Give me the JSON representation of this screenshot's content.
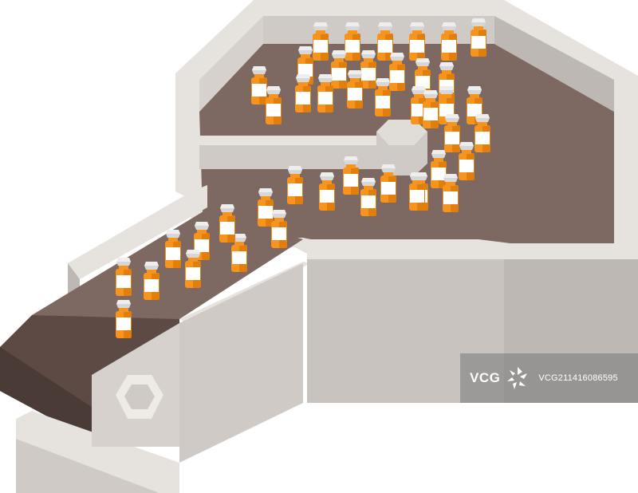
{
  "illustration": {
    "subject": "isometric bottle conveyor machine",
    "bottle_count": 44
  },
  "colors": {
    "wall_top": "#e6e2de",
    "wall_side": "#bdb8b3",
    "wall_front": "#cfcac6",
    "wall_inner": "#d6d1cc",
    "floor": "#7e6862",
    "belt": "#5d4a45",
    "belt_side": "#4a3b37",
    "bottle_orange": "#f7941d",
    "bottle_shade": "#e27e0c",
    "bottle_label": "#ffffff",
    "bottle_cap": "#d7d7d7",
    "hub": "#e0dcd8",
    "watermark_bg": "#7a7a7a",
    "watermark_text": "#ffffff"
  },
  "watermark": {
    "brand": "VCG",
    "id_text": "VCG21141608659​5"
  }
}
